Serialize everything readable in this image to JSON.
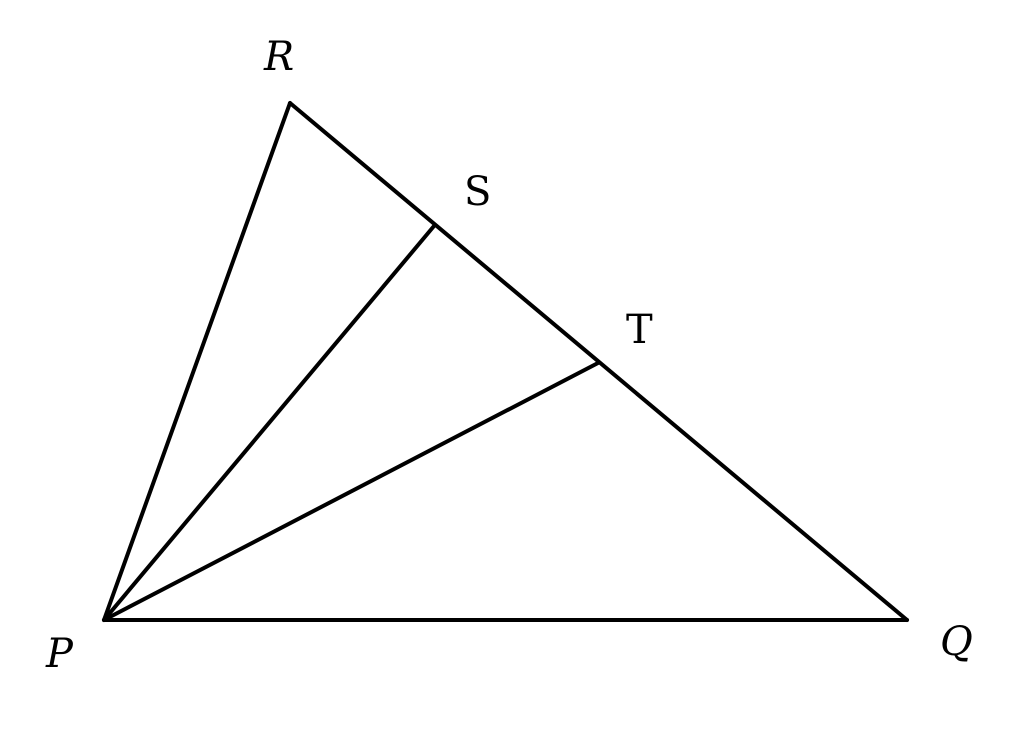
{
  "diagram": {
    "colors": {
      "stroke": "#000000",
      "background": "#ffffff"
    },
    "labels": {
      "P": "P",
      "Q": "Q",
      "R": "R",
      "S": "S",
      "T": "T"
    }
  }
}
